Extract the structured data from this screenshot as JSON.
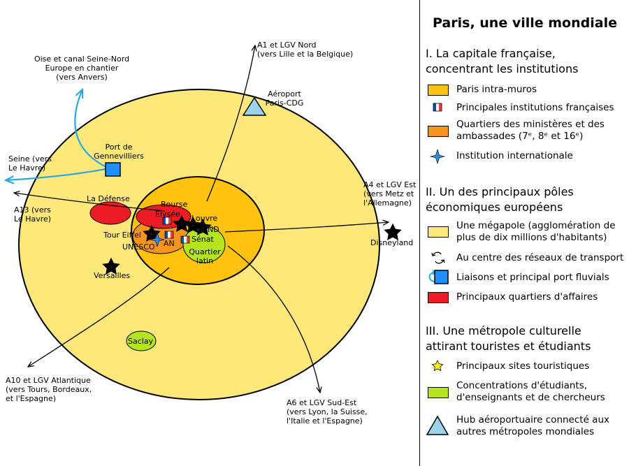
{
  "title": "Paris, une ville mondiale",
  "map": {
    "colors": {
      "megapole": "#FFE87A",
      "paris": "#FFC20E",
      "ministeres": "#F7941D",
      "affaires": "#ED1C24",
      "etudiants": "#B5E61D",
      "fluvial": "#1E90FF",
      "fluvial_arrow": "#29A8E0",
      "hub": "#9AD3EA",
      "star": "#FFF200"
    },
    "labels": {
      "a1": [
        "A1 et LGV Nord",
        "(vers Lille et la Belgique)"
      ],
      "oise": [
        "Oise et canal Seine-Nord",
        "Europe en chantier",
        "(vers Anvers)"
      ],
      "aeroport": [
        "Aéroport",
        "Paris-CDG"
      ],
      "seine": [
        "Seine (vers",
        "Le Havre)"
      ],
      "port": [
        "Port de",
        "Gennevilliers"
      ],
      "a4": [
        "A4 et LGV Est",
        "(vers Metz et",
        "l'Allemagne)"
      ],
      "a13": [
        "A13 (vers",
        "Le Havre)"
      ],
      "la_defense": "La Défense",
      "bourse": "Bourse",
      "elysee": "Élysée",
      "louvre": "Louvre",
      "nd": "ND",
      "tour_eiffel": "Tour Eiffel",
      "unesco": "UNESCO",
      "an": "AN",
      "senat": "Sénat",
      "quartier_latin": [
        "Quartier",
        "latin"
      ],
      "disneyland": "Disneyland",
      "versailles": "Versailles",
      "saclay": "Saclay",
      "a10": [
        "A10 et LGV Atlantique",
        "(vers Tours, Bordeaux,",
        "et l'Espagne)"
      ],
      "a6": [
        "A6 et LGV Sud-Est",
        "(vers Lyon, la Suisse,",
        "l'Italie et l'Espagne)"
      ]
    }
  },
  "legend": {
    "sections": [
      {
        "heading": [
          "I. La capitale française,",
          "concentrant les institutions"
        ],
        "items": [
          {
            "symbol": "paris-swatch",
            "text": [
              "Paris intra-muros"
            ]
          },
          {
            "symbol": "flag-icon",
            "text": [
              "Principales institutions françaises"
            ]
          },
          {
            "symbol": "ministeres-swatch",
            "text": [
              "Quartiers des ministères et des",
              "ambassades (7ᵉ, 8ᵉ et 16ᵉ)"
            ]
          },
          {
            "symbol": "star4-icon",
            "text": [
              "Institution internationale"
            ]
          }
        ]
      },
      {
        "heading": [
          "II. Un des principaux pôles",
          "économiques européens"
        ],
        "items": [
          {
            "symbol": "megapole-swatch",
            "text": [
              "Une mégapole (agglomération de",
              "plus de dix millions d'habitants)"
            ]
          },
          {
            "symbol": "transport-arrows-icon",
            "text": [
              "Au centre des réseaux de transport"
            ]
          },
          {
            "symbol": "port-icon",
            "text": [
              "Liaisons et principal port fluvials"
            ]
          },
          {
            "symbol": "affaires-swatch",
            "text": [
              "Principaux quartiers d'affaires"
            ]
          }
        ]
      },
      {
        "heading": [
          "III. Une métropole culturelle",
          "attirant touristes et étudiants"
        ],
        "items": [
          {
            "symbol": "star-icon",
            "text": [
              "Principaux sites touristiques"
            ]
          },
          {
            "symbol": "etudiants-swatch",
            "text": [
              "Concentrations d'étudiants,",
              "d'enseignants et de chercheurs"
            ]
          },
          {
            "symbol": "hub-triangle-icon",
            "text": [
              "Hub aéroportuaire connecté aux",
              "autres métropoles mondiales"
            ]
          }
        ]
      }
    ]
  }
}
